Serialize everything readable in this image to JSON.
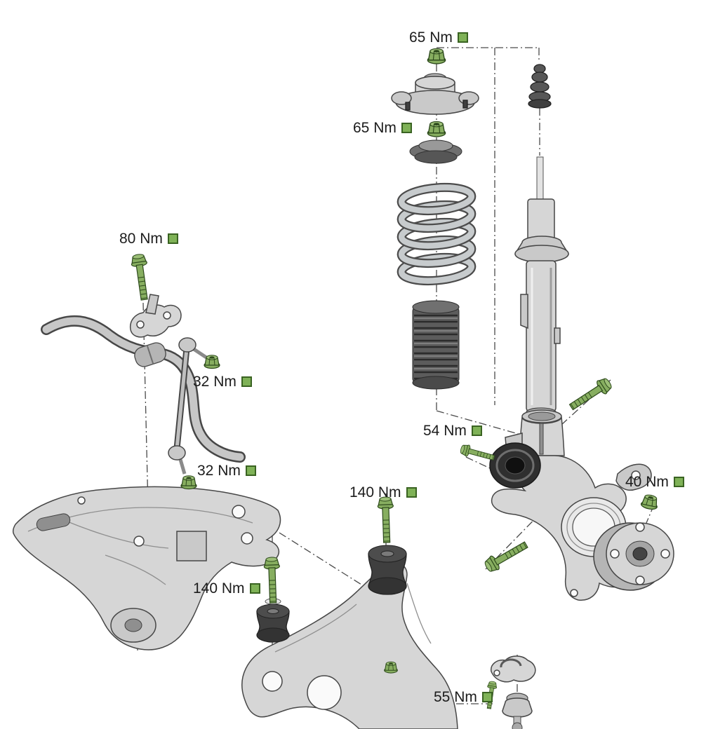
{
  "diagram": {
    "description": "Front suspension exploded view with torque specifications",
    "unit": "Nm",
    "marker_color": "#7fb257",
    "marker_border_color": "#3a6322",
    "fastener_color": "#87ae60",
    "labels": [
      {
        "text": "65 Nm",
        "fastener": "strut-top-mount-nut"
      },
      {
        "text": "65 Nm",
        "fastener": "strut-bearing-nut"
      },
      {
        "text": "80 Nm",
        "fastener": "subframe-bracket-bolt"
      },
      {
        "text": "32 Nm",
        "fastener": "stabilizer-link-upper-nut"
      },
      {
        "text": "32 Nm",
        "fastener": "stabilizer-link-lower-nut"
      },
      {
        "text": "54 Nm",
        "fastener": "strut-pinch-bolt"
      },
      {
        "text": "140 Nm",
        "fastener": "control-arm-front-bolt"
      },
      {
        "text": "40 Nm",
        "fastener": "hub-nut"
      },
      {
        "text": "140 Nm",
        "fastener": "control-arm-rear-bolt"
      },
      {
        "text": "55 Nm",
        "fastener": "ball-joint-clamp-bolt"
      }
    ]
  }
}
